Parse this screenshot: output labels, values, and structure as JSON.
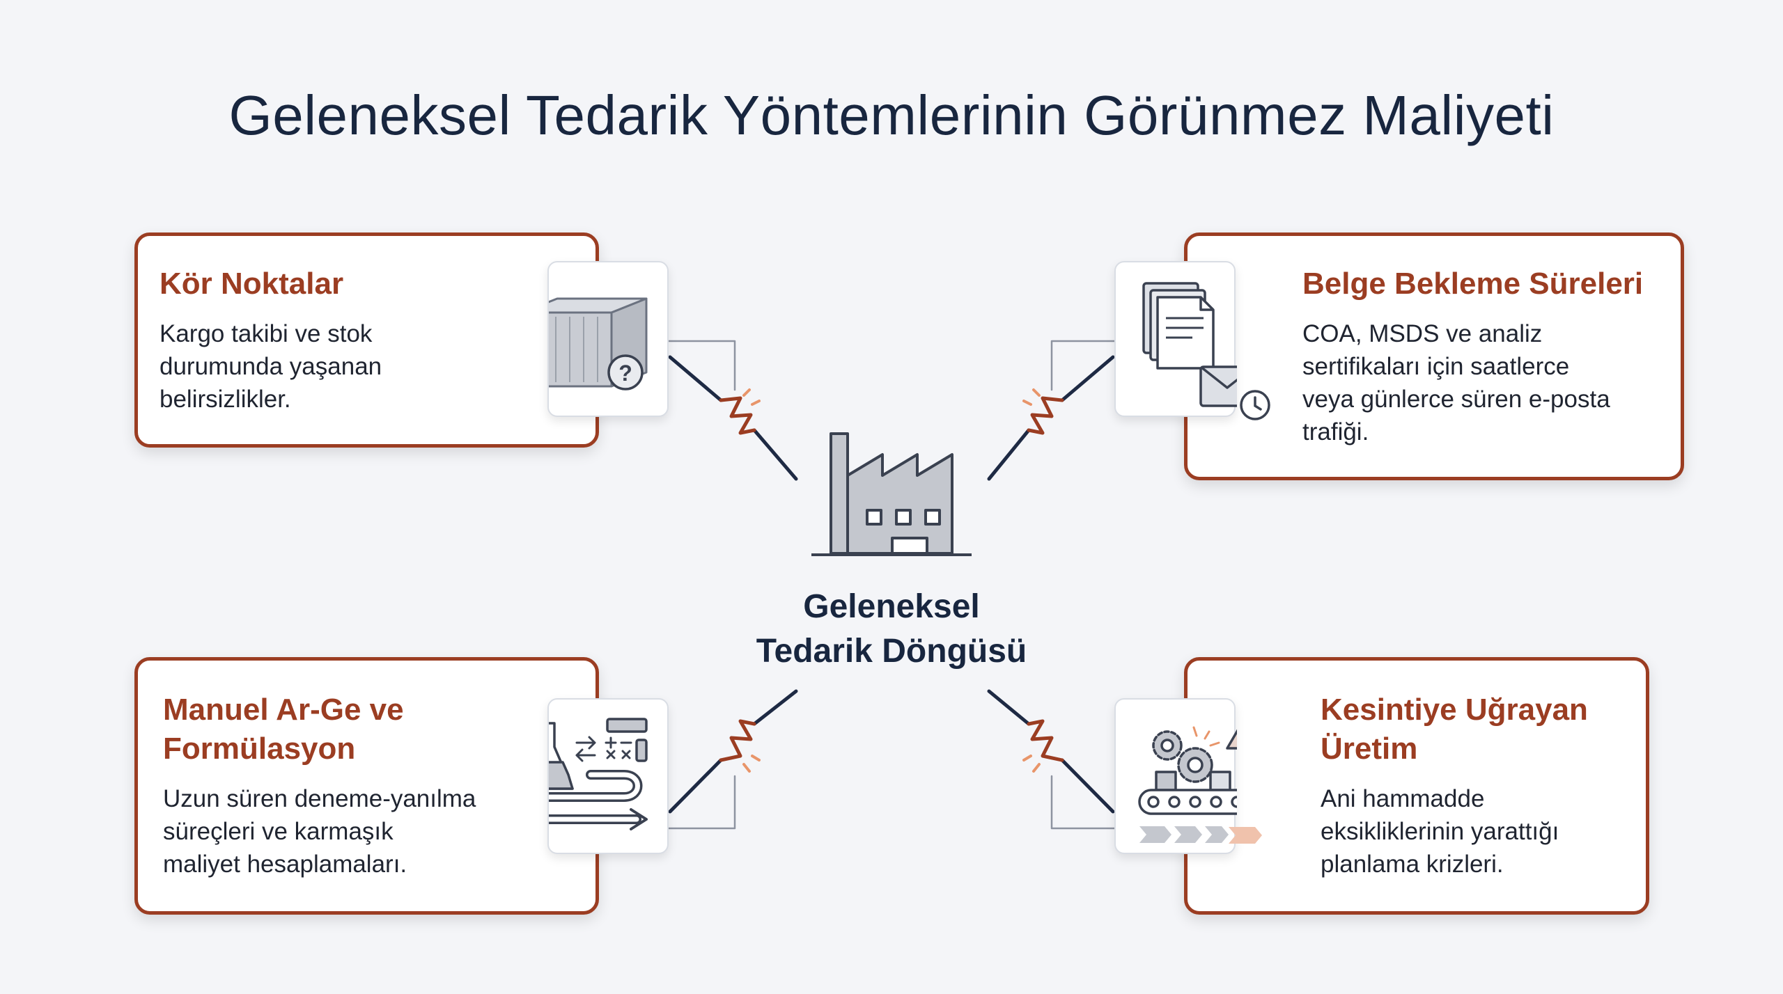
{
  "title": "Geleneksel Tedarik Yöntemlerinin Görünmez Maliyeti",
  "center": {
    "line1": "Geleneksel",
    "line2": "Tedarik Döngüsü"
  },
  "cards": {
    "blind_spots": {
      "title": "Kör Noktalar",
      "description": [
        "Kargo takibi ve stok",
        "durumunda yaşanan",
        "belirsizlikler."
      ]
    },
    "document_wait": {
      "title": "Belge Bekleme Süreleri",
      "description": [
        "COA, MSDS ve analiz",
        "sertifikaları için saatlerce",
        "veya günlerce süren e-posta",
        "trafiği."
      ]
    },
    "manual_rnd": {
      "title_lines": [
        "Manuel Ar-Ge ve",
        "Formülasyon"
      ],
      "description": [
        "Uzun süren deneme-yanılma",
        "süreçleri ve karmaşık",
        "maliyet hesaplamaları."
      ]
    },
    "production": {
      "title_lines": [
        "Kesintiye Uğrayan",
        "Üretim"
      ],
      "description": [
        "Ani hammadde",
        "eksikliklerinin yarattığı",
        "planlama krizleri."
      ]
    }
  },
  "icons": {
    "blind_spots": "container-question-icon",
    "document_wait": "documents-mail-clock-icon",
    "manual_rnd": "flask-calculator-arrow-icon",
    "production": "gears-conveyor-warning-icon",
    "center": "factory-icon"
  },
  "colors": {
    "accent": "#9b3d22",
    "text_dark": "#18263f",
    "icon_gray": "#c4c7ce",
    "icon_stroke": "#3a4150",
    "connector": "#1e2a44",
    "break_mark": "#e8956a",
    "background": "#f4f5f8"
  }
}
